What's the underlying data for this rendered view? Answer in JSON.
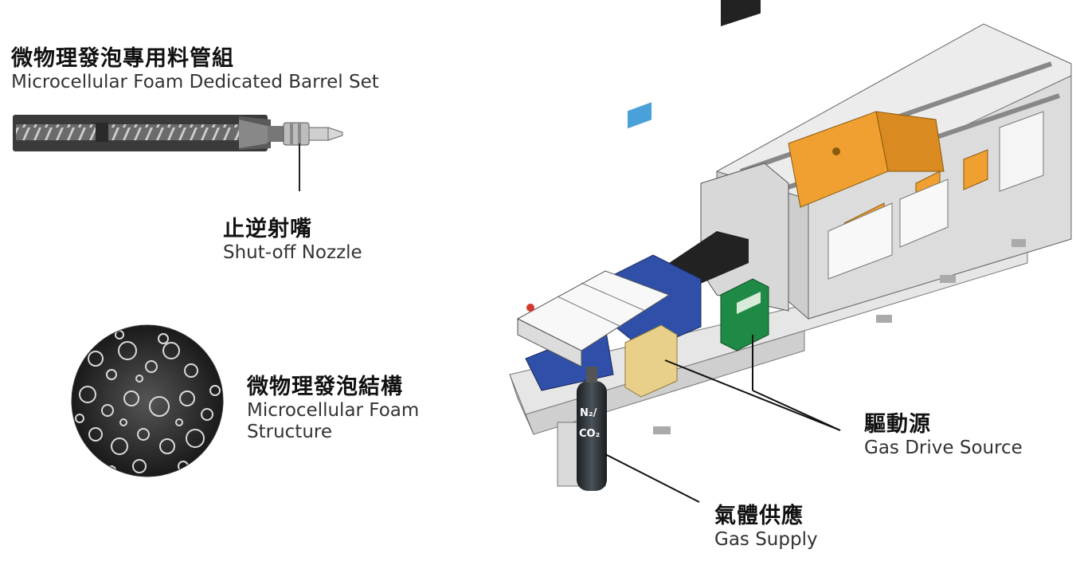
{
  "labels": {
    "barrel_set": {
      "zh": "微物理發泡專用料管組",
      "en": "Microcellular Foam Dedicated Barrel Set"
    },
    "nozzle": {
      "zh": "止逆射嘴",
      "en": "Shut-off Nozzle"
    },
    "foam_structure": {
      "zh": "微物理發泡結構",
      "en_line1": "Microcellular Foam",
      "en_line2": "Structure"
    },
    "drive_source": {
      "zh": "驅動源",
      "en": "Gas Drive Source"
    },
    "gas_supply": {
      "zh": "氣體供應",
      "en": "Gas Supply"
    }
  },
  "cylinder_text": {
    "line1": "N₂/",
    "line2": "CO₂"
  },
  "colors": {
    "accent_orange": "#f0a030",
    "machine_blue": "#2f4fa8",
    "cabinet_green": "#1f8a45",
    "drive_yellow": "#e9d08a",
    "cylinder": "#2a2f33"
  }
}
